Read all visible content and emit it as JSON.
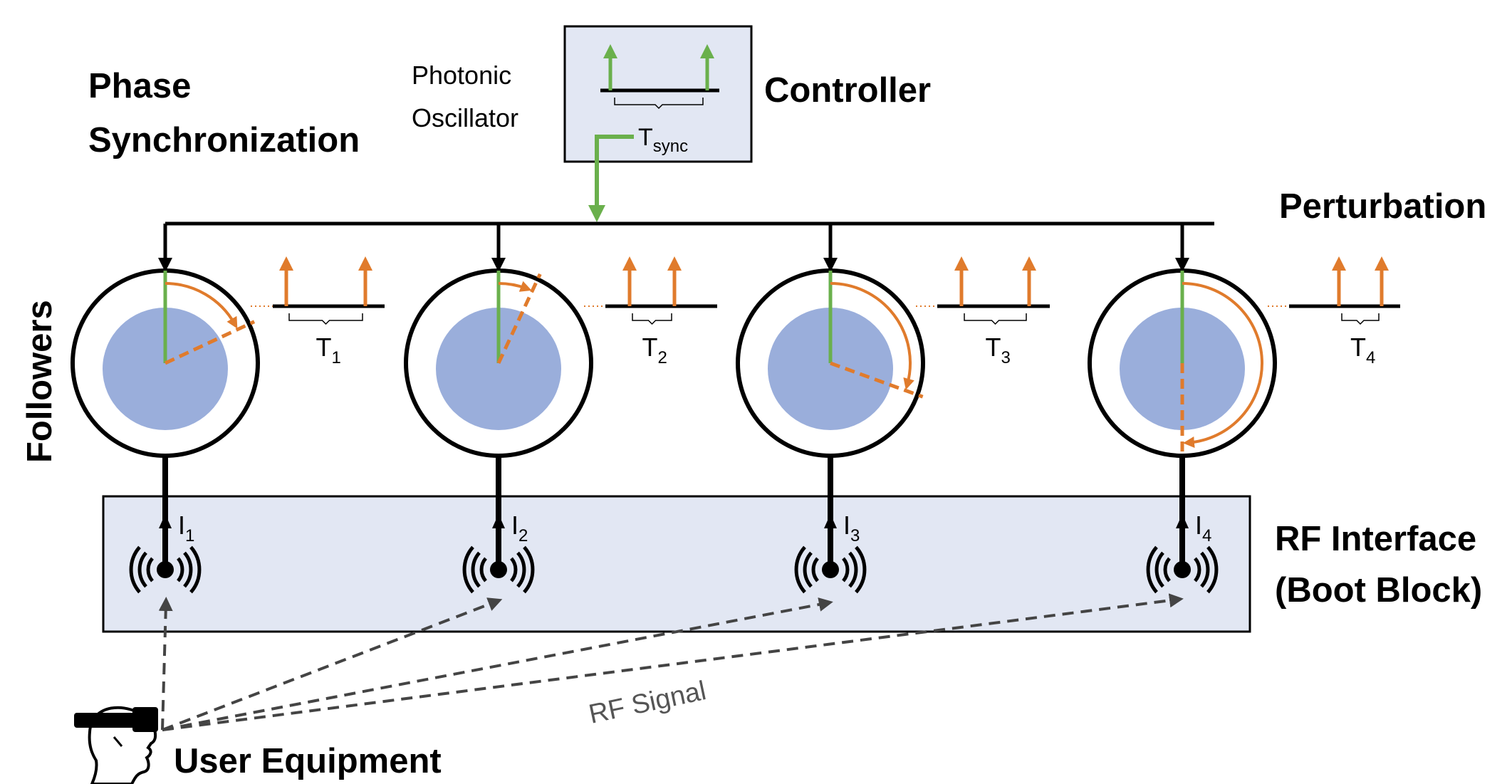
{
  "labels": {
    "phase_sync_line1": "Phase",
    "phase_sync_line2": "Synchronization",
    "photonic_line1": "Photonic",
    "photonic_line2": "Oscillator",
    "controller": "Controller",
    "tsync_base": "T",
    "tsync_sub": "sync",
    "perturbation": "Perturbation",
    "followers": "Followers",
    "rf_interface_line1": "RF Interface",
    "rf_interface_line2": "(Boot Block)",
    "rf_signal": "RF Signal",
    "user_equipment": "User Equipment"
  },
  "followers": [
    {
      "period_base": "T",
      "period_sub": "1",
      "current_base": "I",
      "current_sub": "1"
    },
    {
      "period_base": "T",
      "period_sub": "2",
      "current_base": "I",
      "current_sub": "2"
    },
    {
      "period_base": "T",
      "period_sub": "3",
      "current_base": "I",
      "current_sub": "3"
    },
    {
      "period_base": "T",
      "period_sub": "4",
      "current_base": "I",
      "current_sub": "4"
    }
  ],
  "colors": {
    "green": "#6ab04c",
    "orange": "#e07b2c",
    "disk_blue": "#9aaedb",
    "panel_fill": "#e2e7f3",
    "dashed_gray": "#444444"
  }
}
